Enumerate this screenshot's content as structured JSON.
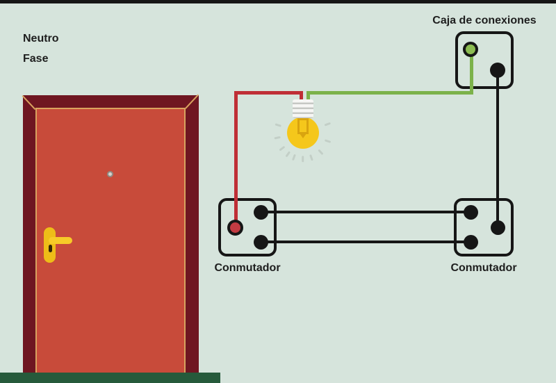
{
  "labels": {
    "neutro": "Neutro",
    "fase": "Fase",
    "caja": "Caja de conexiones",
    "conmutador_left": "Conmutador",
    "conmutador_right": "Conmutador"
  },
  "colors": {
    "background": "#d6e4dc",
    "neutral_wire": "#7cb24a",
    "phase_wire": "#161616",
    "switched_wire_red": "#bf2e36",
    "bulb_yellow": "#f5c71b",
    "bulb_filament": "#d9a40f",
    "door_red": "#c84b3a",
    "door_frame": "#6f1621",
    "door_trim": "#d9a35f",
    "handle_yellow": "#eebd18",
    "floor_green": "#265a3b",
    "label_color": "#1e1e1e"
  }
}
